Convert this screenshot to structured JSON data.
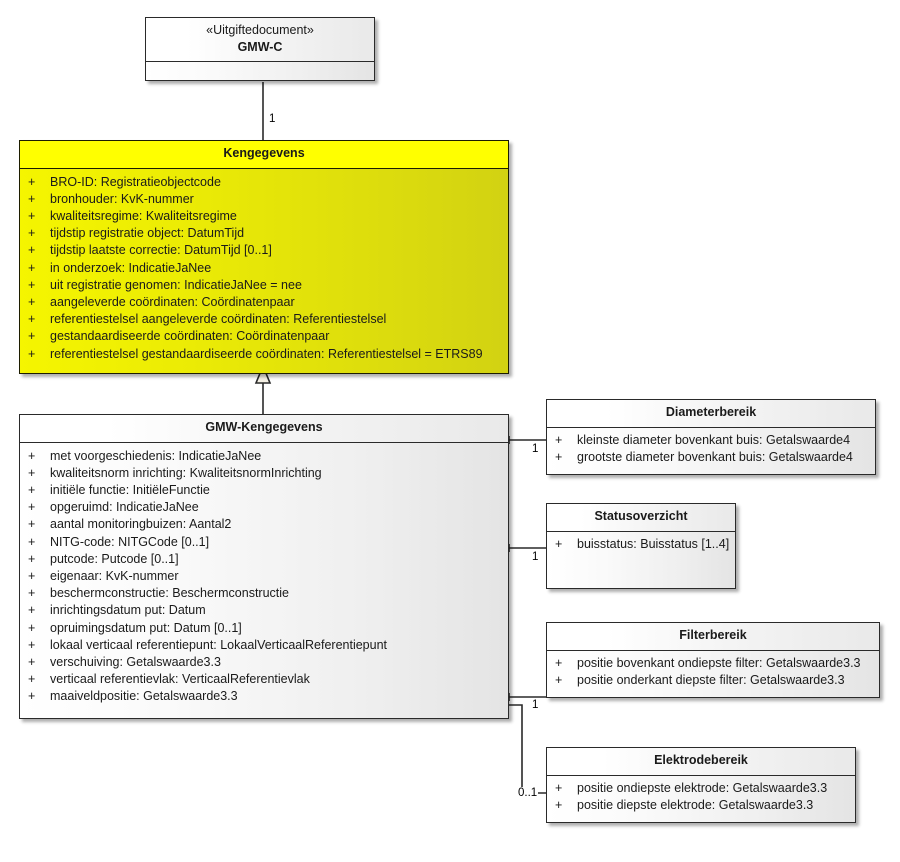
{
  "diagram": {
    "title": "GMW-Kengegevens UML klassendiagram",
    "background_color": "#ffffff",
    "highlight_color": "#ffff00",
    "line_color": "#2a2a2a"
  },
  "classes": {
    "gmwc": {
      "stereotype": "«Uitgiftedocument»",
      "name": "GMW-C",
      "attributes": []
    },
    "kengegevens": {
      "name": "Kengegevens",
      "attributes": [
        {
          "visibility": "+",
          "text": "BRO-ID: Registratieobjectcode"
        },
        {
          "visibility": "+",
          "text": "bronhouder: KvK-nummer"
        },
        {
          "visibility": "+",
          "text": "kwaliteitsregime: Kwaliteitsregime"
        },
        {
          "visibility": "+",
          "text": "tijdstip registratie object: DatumTijd"
        },
        {
          "visibility": "+",
          "text": "tijdstip laatste correctie: DatumTijd [0..1]"
        },
        {
          "visibility": "+",
          "text": "in onderzoek: IndicatieJaNee"
        },
        {
          "visibility": "+",
          "text": "uit registratie genomen: IndicatieJaNee = nee"
        },
        {
          "visibility": "+",
          "text": "aangeleverde coördinaten: Coördinatenpaar"
        },
        {
          "visibility": "+",
          "text": "referentiestelsel aangeleverde coördinaten: Referentiestelsel"
        },
        {
          "visibility": "+",
          "text": "gestandaardiseerde coördinaten: Coördinatenpaar"
        },
        {
          "visibility": "+",
          "text": "referentiestelsel gestandaardiseerde coördinaten: Referentiestelsel = ETRS89"
        }
      ]
    },
    "gmw_kengegevens": {
      "name": "GMW-Kengegevens",
      "attributes": [
        {
          "visibility": "+",
          "text": "met voorgeschiedenis: IndicatieJaNee"
        },
        {
          "visibility": "+",
          "text": "kwaliteitsnorm inrichting: KwaliteitsnormInrichting"
        },
        {
          "visibility": "+",
          "text": "initiële functie: InitiëleFunctie"
        },
        {
          "visibility": "+",
          "text": "opgeruimd: IndicatieJaNee"
        },
        {
          "visibility": "+",
          "text": "aantal monitoringbuizen: Aantal2"
        },
        {
          "visibility": "+",
          "text": "NITG-code: NITGCode [0..1]"
        },
        {
          "visibility": "+",
          "text": "putcode: Putcode [0..1]"
        },
        {
          "visibility": "+",
          "text": "eigenaar: KvK-nummer"
        },
        {
          "visibility": "+",
          "text": "beschermconstructie: Beschermconstructie"
        },
        {
          "visibility": "+",
          "text": "inrichtingsdatum put: Datum"
        },
        {
          "visibility": "+",
          "text": "opruimingsdatum put: Datum [0..1]"
        },
        {
          "visibility": "+",
          "text": "lokaal verticaal referentiepunt: LokaalVerticaalReferentiepunt"
        },
        {
          "visibility": "+",
          "text": "verschuiving: Getalswaarde3.3"
        },
        {
          "visibility": "+",
          "text": "verticaal referentievlak: VerticaalReferentievlak"
        },
        {
          "visibility": "+",
          "text": "maaiveldpositie: Getalswaarde3.3"
        }
      ]
    },
    "diameterbereik": {
      "name": "Diameterbereik",
      "attributes": [
        {
          "visibility": "+",
          "text": "kleinste diameter bovenkant buis: Getalswaarde4"
        },
        {
          "visibility": "+",
          "text": "grootste diameter bovenkant buis: Getalswaarde4"
        }
      ]
    },
    "statusoverzicht": {
      "name": "Statusoverzicht",
      "attributes": [
        {
          "visibility": "+",
          "text": "buisstatus: Buisstatus [1..4]"
        }
      ]
    },
    "filterbereik": {
      "name": "Filterbereik",
      "attributes": [
        {
          "visibility": "+",
          "text": "positie bovenkant ondiepste filter: Getalswaarde3.3"
        },
        {
          "visibility": "+",
          "text": "positie onderkant diepste filter: Getalswaarde3.3"
        }
      ]
    },
    "elektrodebereik": {
      "name": "Elektrodebereik",
      "attributes": [
        {
          "visibility": "+",
          "text": "positie ondiepste elektrode: Getalswaarde3.3"
        },
        {
          "visibility": "+",
          "text": "positie diepste elektrode: Getalswaarde3.3"
        }
      ]
    }
  },
  "relationships": [
    {
      "id": "gmwc-kengegevens",
      "from": "gmwc",
      "to": "kengegevens",
      "type": "composition",
      "multiplicity": "1"
    },
    {
      "id": "kengegevens-gmwkengegevens",
      "from": "gmw_kengegevens",
      "to": "kengegevens",
      "type": "generalization",
      "multiplicity": ""
    },
    {
      "id": "gmwkengegevens-diameterbereik",
      "from": "gmw_kengegevens",
      "to": "diameterbereik",
      "type": "association",
      "multiplicity": "1"
    },
    {
      "id": "gmwkengegevens-statusoverzicht",
      "from": "gmw_kengegevens",
      "to": "statusoverzicht",
      "type": "association",
      "multiplicity": "1"
    },
    {
      "id": "gmwkengegevens-filterbereik",
      "from": "gmw_kengegevens",
      "to": "filterbereik",
      "type": "association",
      "multiplicity": "1"
    },
    {
      "id": "gmwkengegevens-elektrodebereik",
      "from": "gmw_kengegevens",
      "to": "elektrodebereik",
      "type": "association",
      "multiplicity": "0..1"
    }
  ]
}
